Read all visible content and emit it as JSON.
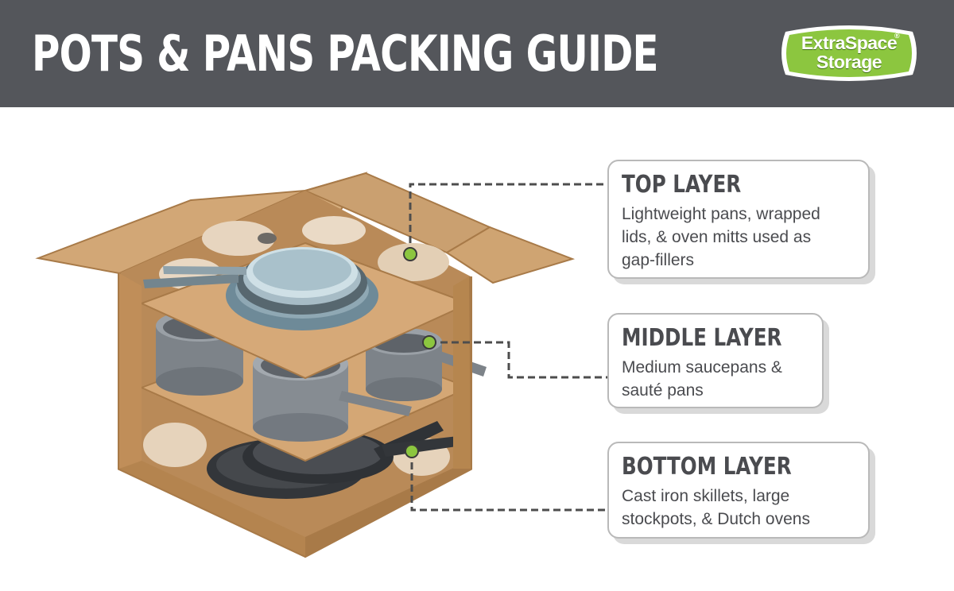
{
  "header": {
    "title": "POTS & PANS PACKING GUIDE",
    "logo": {
      "line1": "ExtraSpace",
      "line2": "Storage",
      "registered_mark": "®",
      "color": "#8cc63f"
    },
    "background": "#54565b"
  },
  "callouts": {
    "top": {
      "title": "TOP LAYER",
      "lines": [
        "Lightweight pans, wrapped",
        "lids, & oven mitts used as",
        "gap-fillers"
      ]
    },
    "middle": {
      "title": "MIDDLE LAYER",
      "lines": [
        "Medium saucepans &",
        "sauté pans"
      ]
    },
    "bottom": {
      "title": "BOTTOM LAYER",
      "lines": [
        "Cast iron skillets, large",
        "stockpots, & Dutch ovens"
      ]
    }
  },
  "colors": {
    "cardboard": "#c99a66",
    "cardboard_dark": "#a87a48",
    "marker_green": "#8cc63f",
    "leader_line": "#4d4d4d"
  }
}
